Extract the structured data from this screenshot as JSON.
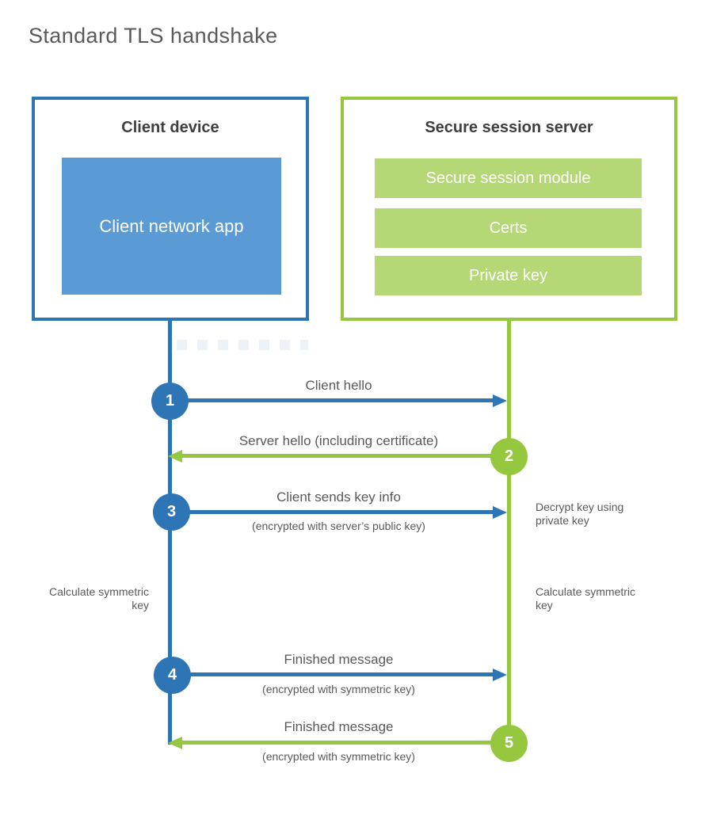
{
  "title": "Standard TLS handshake",
  "client": {
    "title": "Client device",
    "app_label": "Client network app"
  },
  "server": {
    "title": "Secure session server",
    "modules": [
      {
        "label": "Secure session module"
      },
      {
        "label": "Certs"
      },
      {
        "label": "Private key"
      }
    ]
  },
  "steps": [
    {
      "num": "1",
      "label": "Client hello",
      "sub": "",
      "direction": "client-to-server"
    },
    {
      "num": "2",
      "label": "Server hello (including certificate)",
      "sub": "",
      "direction": "server-to-client"
    },
    {
      "num": "3",
      "label": "Client sends key info",
      "sub": "(encrypted with server’s public key)",
      "direction": "client-to-server"
    },
    {
      "num": "4",
      "label": "Finished message",
      "sub": "(encrypted with symmetric key)",
      "direction": "client-to-server"
    },
    {
      "num": "5",
      "label": "Finished message",
      "sub": "(encrypted with symmetric key)",
      "direction": "server-to-client"
    }
  ],
  "annotations": {
    "decrypt_key": "Decrypt key using private key",
    "calculate_left": "Calculate symmetric key",
    "calculate_right": "Calculate symmetric key"
  },
  "colors": {
    "blue": "#2e75b6",
    "blue_light": "#5b9bd5",
    "green": "#96c83f",
    "green_light": "#b5d775",
    "text_dark": "#3f3f3f",
    "text_gray": "#595959"
  }
}
